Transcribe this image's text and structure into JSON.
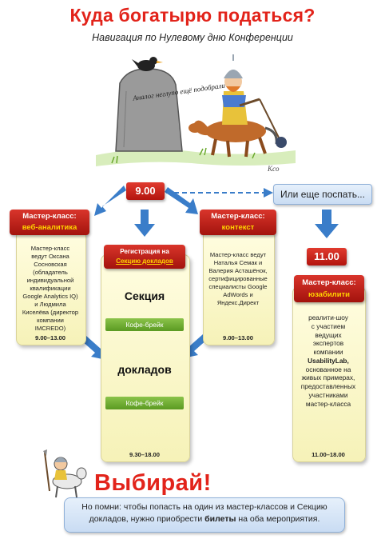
{
  "header": {
    "title": "Куда богатырю податься?",
    "subtitle": "Навигация по Нулевому дню Конференции"
  },
  "illustration": {
    "stone_text": "Аналог неглупо ещё подобрали",
    "signature": "Kco"
  },
  "start_time": "9.00",
  "sleep_option": "Или еще поспать...",
  "late_time": "11.00",
  "cards": {
    "web": {
      "head_line1": "Мастер-класс:",
      "head_line2": "веб-аналитика",
      "body_lines": [
        "Мастер-класс",
        "ведут Оксана",
        "Сосновская",
        "(обладатель",
        "индивидуальной",
        "квалификации",
        "Google Analytics IQ)",
        "и Людмила",
        "Киселёва (директор",
        "компании",
        "IMCREDO)"
      ],
      "time": "9.00–13.00"
    },
    "sections": {
      "head_line1": "Регистрация на",
      "head_line2": "Секцию докладов",
      "word1": "Секция",
      "coffee1": "Кофе-брейк",
      "word2": "докладов",
      "coffee2": "Кофе-брейк",
      "time": "9.30–18.00"
    },
    "context": {
      "head_line1": "Мастер-класс:",
      "head_line2": "контекст",
      "body_lines": [
        "Мастер-класс ведут",
        "Наталья Семак и",
        "Валерия Асташёнок,",
        "сертифицированные",
        "специалисты Google",
        "AdWords и",
        "Яндекс.Директ"
      ],
      "time": "9.00–13.00"
    },
    "usability": {
      "head_line1": "Мастер-класс:",
      "head_line2": "юзабилити",
      "body_lines": [
        "реалити-шоу",
        "с участием",
        "ведущих",
        "экспертов",
        "компании"
      ],
      "company": "UsabilityLab,",
      "body_lines2": [
        "основанное на",
        "живых примерах,",
        "предоставленных",
        "участниками",
        "мастер-класса"
      ],
      "time": "11.00–18.00"
    }
  },
  "footer": {
    "choose": "Выбирай!",
    "note_part1": "Но помни: чтобы попасть на один из мастер-классов и Секцию докладов, нужно приобрести ",
    "note_bold": "билеты",
    "note_part2": " на оба мероприятия."
  },
  "colors": {
    "accent_red": "#e2231a",
    "header_red": "#b3140f",
    "highlight_yellow": "#ffd200",
    "arrow_blue": "#3a7dc9",
    "card_yellow": "#fbf7c8",
    "coffee_green": "#6aa92d",
    "note_blue": "#d6e5f7"
  }
}
